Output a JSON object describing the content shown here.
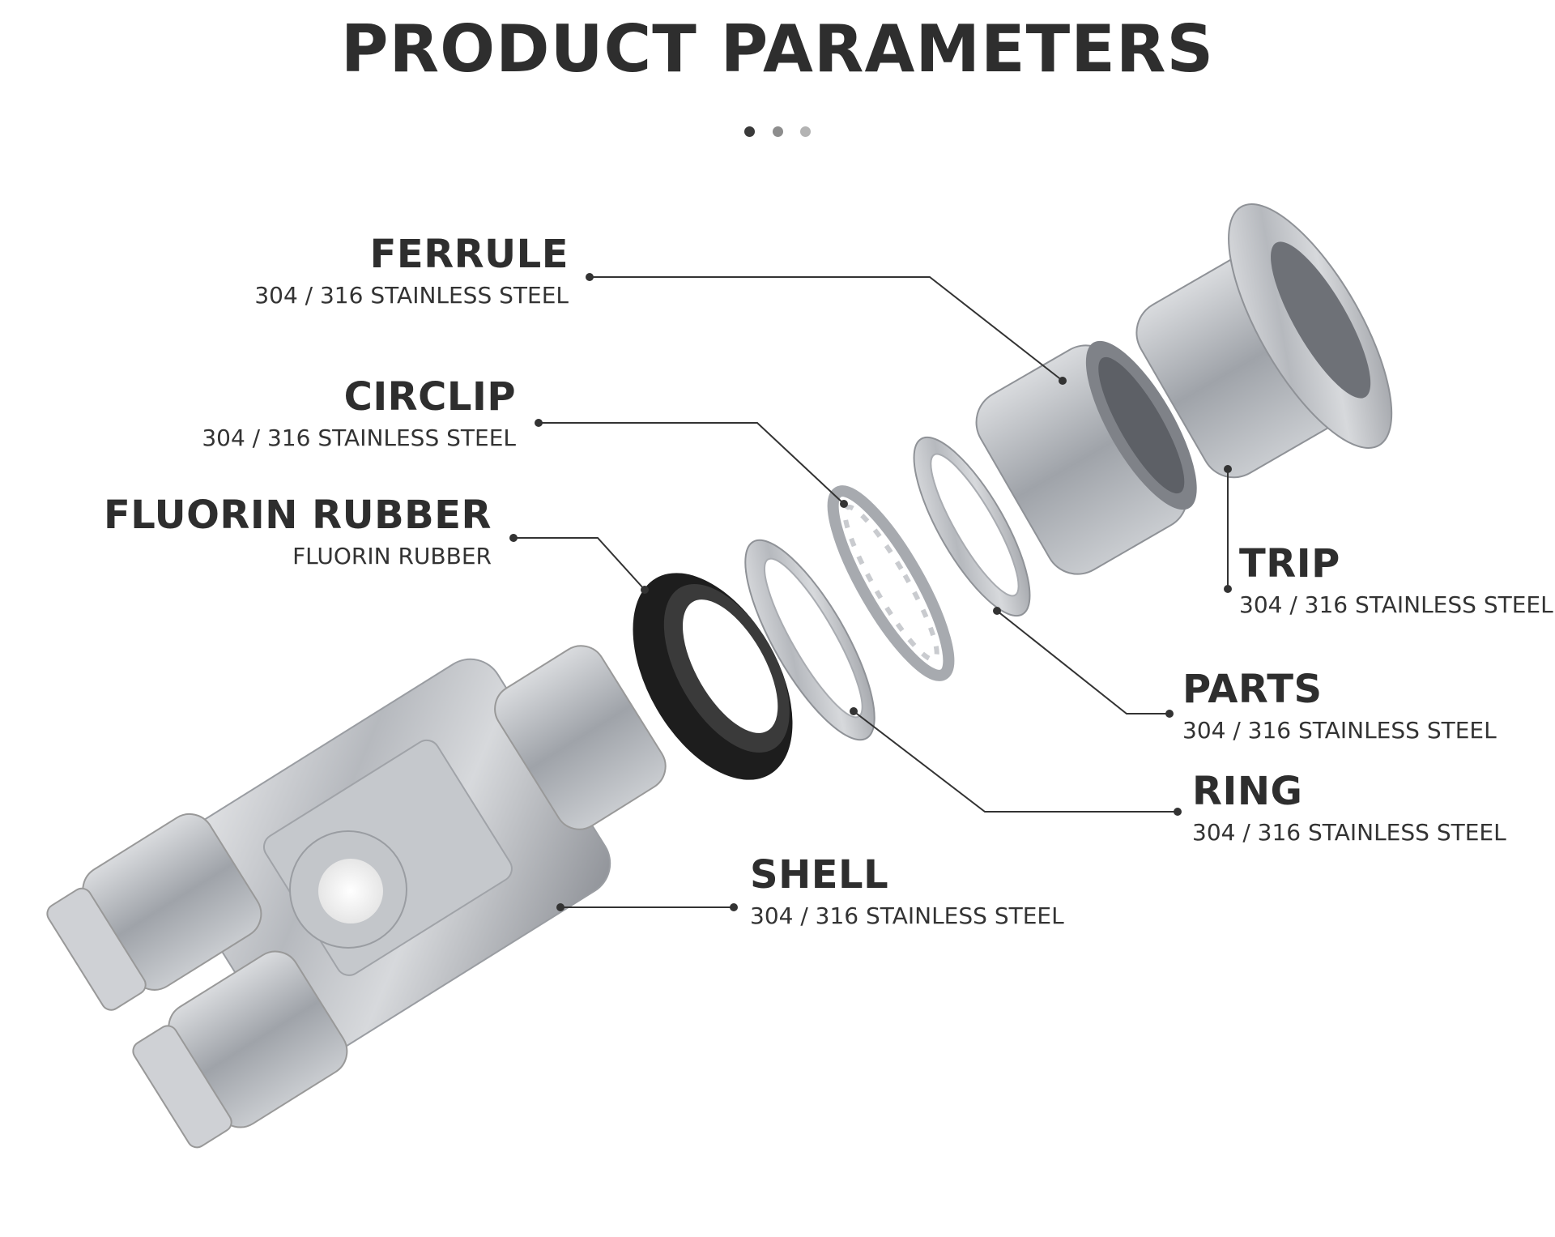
{
  "title": "PRODUCT PARAMETERS",
  "pager": {
    "dot_colors": [
      "#3a3a3a",
      "#8d8d8d",
      "#b3b3b3"
    ]
  },
  "parts": {
    "ferrule": {
      "name": "FERRULE",
      "material": "304 / 316 STAINLESS STEEL"
    },
    "circlip": {
      "name": "CIRCLIP",
      "material": "304 / 316 STAINLESS STEEL"
    },
    "fluorin": {
      "name": "FLUORIN RUBBER",
      "material": "FLUORIN RUBBER"
    },
    "trip": {
      "name": "TRIP",
      "material": "304 / 316 STAINLESS STEEL"
    },
    "parts": {
      "name": "PARTS",
      "material": "304 / 316 STAINLESS STEEL"
    },
    "ring": {
      "name": "RING",
      "material": "304 / 316 STAINLESS STEEL"
    },
    "shell": {
      "name": "SHELL",
      "material": "304 / 316 STAINLESS STEEL"
    }
  },
  "colors": {
    "leader": "#333333",
    "steel": "#b9bcc1",
    "rubber": "#1d1d1d"
  }
}
